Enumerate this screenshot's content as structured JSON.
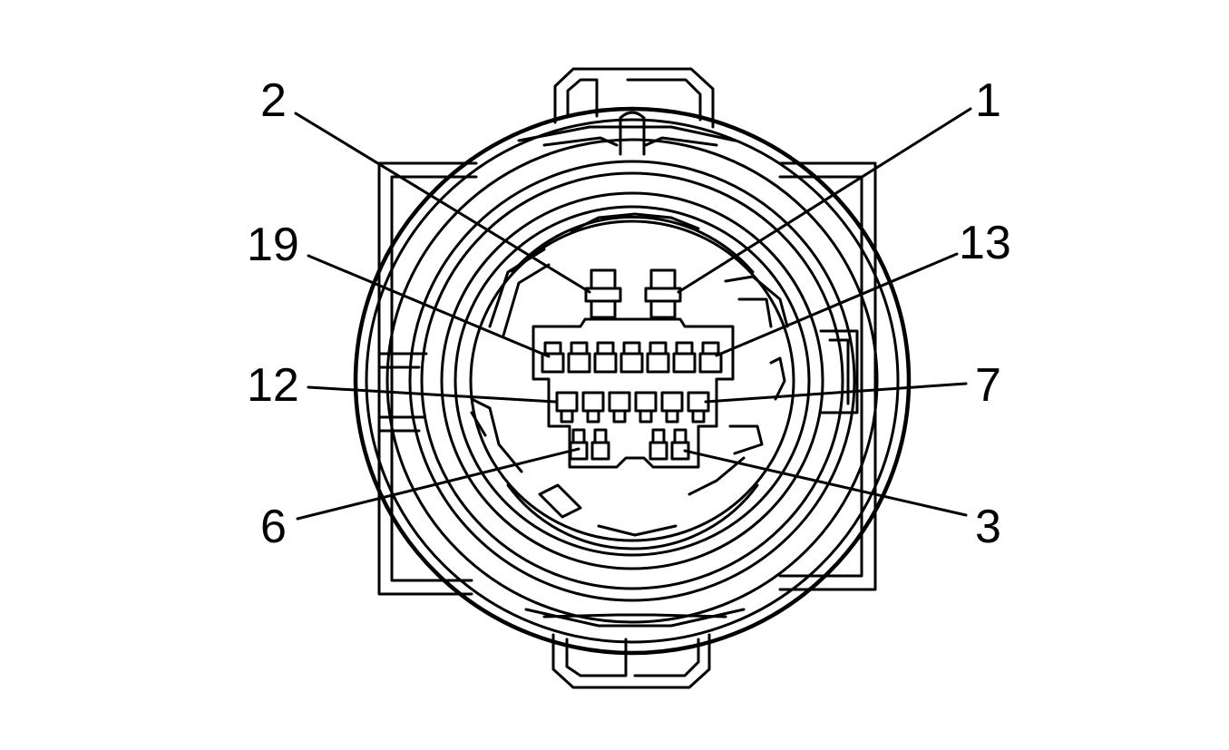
{
  "pin_labels": {
    "pin_1": "1",
    "pin_2": "2",
    "pin_3": "3",
    "pin_6": "6",
    "pin_7": "7",
    "pin_12": "12",
    "pin_13": "13",
    "pin_19": "19"
  },
  "colors": {
    "line": "#000000",
    "background": "#ffffff"
  }
}
